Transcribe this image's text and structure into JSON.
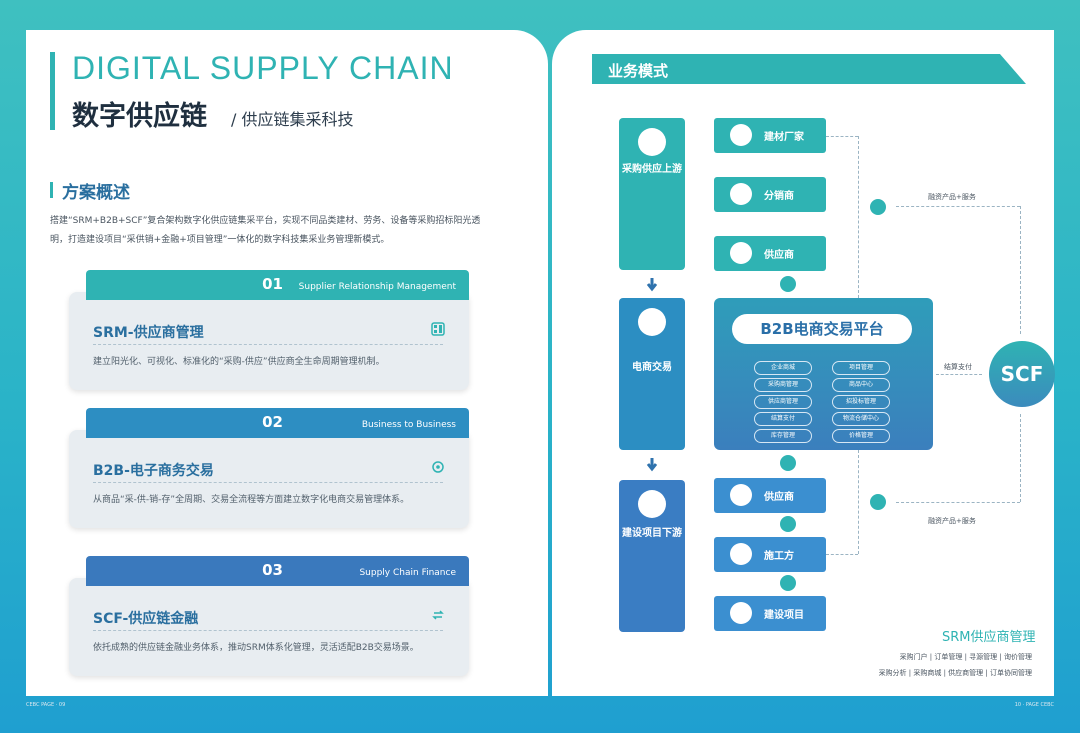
{
  "left": {
    "hero": {
      "en": "DIGITAL SUPPLY CHAIN",
      "cn": "数字供应链",
      "sub": "/ 供应链集采科技"
    },
    "overview": {
      "title": "方案概述",
      "text_line_1": "搭建“SRM+B2B+SCF”复合架构数字化供应链集采平台，实现不同品类建材、劳务、设备等采购招标阳光透",
      "text_line_2": "明，打造建设项目“采供销+金融+项目管理”一体化的数字科技集采业务管理新模式。"
    },
    "cards": [
      {
        "num": "01",
        "en": "Supplier Relationship Management",
        "title": "SRM-供应商管理",
        "desc": "建立阳光化、可视化、标准化的“采购-供应”供应商全生命周期管理机制。",
        "head_color": "#2fb3b3"
      },
      {
        "num": "02",
        "en": "Business to Business",
        "title": "B2B-电子商务交易",
        "desc": "从商品“采-供-销-存”全周期、交易全流程等方面建立数字化电商交易管理体系。",
        "head_color": "#2d8ec2"
      },
      {
        "num": "03",
        "en": "Supply Chain Finance",
        "title": "SCF-供应链金融",
        "desc": "依托成熟的供应链金融业务体系，推动SRM体系化管理，灵活适配B2B交易场景。",
        "head_color": "#3a79bd"
      }
    ],
    "footer": "CEBC  PAGE · 09"
  },
  "right": {
    "business_title": "业务模式",
    "columns": [
      {
        "label": "采购供应上游",
        "color": "#2fb3b3"
      },
      {
        "label": "电商交易",
        "color": "#2c8ec2"
      },
      {
        "label": "建设项目下游",
        "color": "#3a7dc3"
      }
    ],
    "nodes": {
      "material_factory": "建材厂家",
      "distributor": "分销商",
      "supplier_top": "供应商",
      "supplier_bottom": "供应商",
      "builder": "施工方",
      "project": "建设项目"
    },
    "platform": {
      "title": "B2B电商交易平台",
      "pills_left": [
        "企业商城",
        "采购商管理",
        "供应商管理",
        "结算支付",
        "库存管理"
      ],
      "pills_right": [
        "项目管理",
        "商品中心",
        "招投标管理",
        "物流仓储中心",
        "价格管理"
      ]
    },
    "scf": {
      "label": "SCF",
      "top_note": "融资产品+服务",
      "middle_note": "结算支付",
      "bottom_note": "融资产品+服务"
    },
    "srm": {
      "title": "SRM供应商管理",
      "line_1": "采购门户 | 订单管理 | 寻源管理 | 询价管理",
      "line_2": "采购分析 | 采购商城 | 供应商管理 | 订单协同管理"
    },
    "footer": "10 · PAGE  CEBC"
  }
}
